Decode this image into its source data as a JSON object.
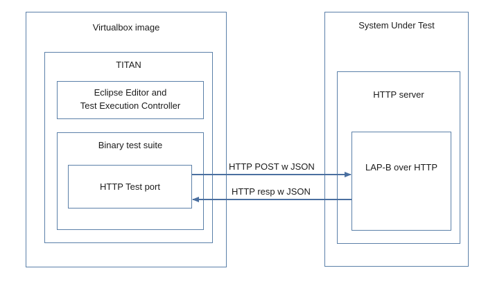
{
  "diagram": {
    "virtualbox": {
      "title": "Virtualbox image"
    },
    "titan": {
      "title": "TITAN"
    },
    "eclipse": {
      "line1": "Eclipse Editor and",
      "line2": "Test Execution Controller"
    },
    "test_suite": {
      "title": "Binary test suite"
    },
    "test_port": {
      "title": "HTTP Test port"
    },
    "sut": {
      "title": "System Under Test"
    },
    "http_server": {
      "title": "HTTP server"
    },
    "lapb": {
      "title": "LAP-B over HTTP"
    },
    "edges": {
      "post": "HTTP POST w JSON",
      "resp": "HTTP resp w JSON"
    },
    "colors": {
      "border": "#5a7fa8",
      "arrow": "#4a6fa0"
    }
  }
}
